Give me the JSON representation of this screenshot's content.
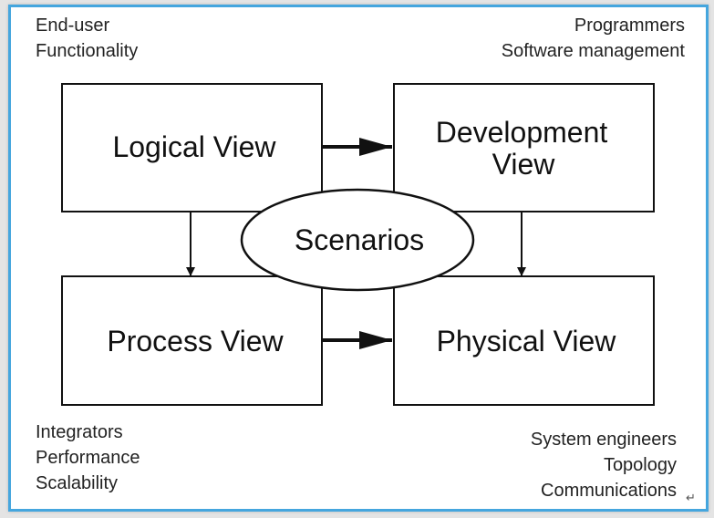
{
  "views": {
    "logical": "Logical View",
    "development_line1": "Development",
    "development_line2": "View",
    "process": "Process View",
    "physical": "Physical View",
    "scenarios": "Scenarios"
  },
  "notes": {
    "top_left": [
      "End-user",
      "Functionality"
    ],
    "top_right": [
      "Programmers",
      "Software management"
    ],
    "bottom_left": [
      "Integrators",
      "Performance",
      "Scalability"
    ],
    "bottom_right": [
      "System engineers",
      "Topology",
      "Communications"
    ]
  },
  "return_mark": "↵",
  "colors": {
    "frame": "#45a6de",
    "stroke": "#111111"
  }
}
